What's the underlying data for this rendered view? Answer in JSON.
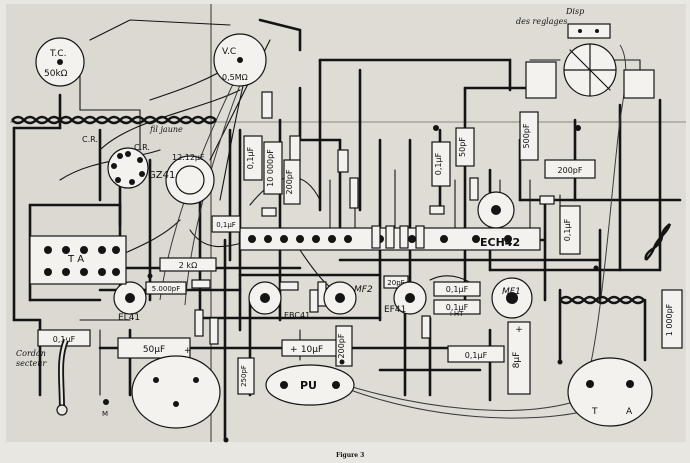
{
  "figure_caption": "Figure 3",
  "labels": {
    "tc": "T.C.",
    "tc_value": "50kΩ",
    "vc": "V.C",
    "vc_value": "0,5MΩ",
    "disp": "Disp",
    "des_reglages": "des reglages",
    "fil_jaune": "fil jaune",
    "cr1": "C.R.",
    "cr2": "C.R.",
    "gz41": "GZ41",
    "tube_top": "12.12μF",
    "ta_left": "T A",
    "el41": "EL41",
    "ebc41": "EBC41",
    "ef41": "EF41",
    "ech42": "ECH42",
    "mf2": "MF2",
    "mf1": "MF1",
    "cordon": "Cordon",
    "secteur": "secteur",
    "pu": "PU",
    "t": "T",
    "a": "A",
    "m": "M",
    "ht": "+HT"
  },
  "components": {
    "c_01uf_left": "0,1μF",
    "c_50uf": "50μF",
    "c_10uf": "10μF",
    "c_200pf_ef": "200pF",
    "c_8uf": "8μF",
    "c_1000pf": "1 000pF",
    "c_01uf_right": "0,1μF",
    "c_200pf_right": "200pF",
    "c_500pf": "500pF",
    "c_50pf": "50pF",
    "c_01uf_top": "0,1μF",
    "c_01uf_mid": "0,1μF",
    "c_10000pf": "10 000pF",
    "c_200pf_mid": "200pF",
    "c_01uf_ech": "0,1μF",
    "c_01uf_ef": "0,1μF",
    "c_01uf_bot": "0,1μF",
    "c_20pf": "20pF",
    "c_5000pf": "5.000pF",
    "r_2k": "2 kΩ",
    "c_250pf": "250pF",
    "c_01uf_tube": "0,1μF"
  }
}
